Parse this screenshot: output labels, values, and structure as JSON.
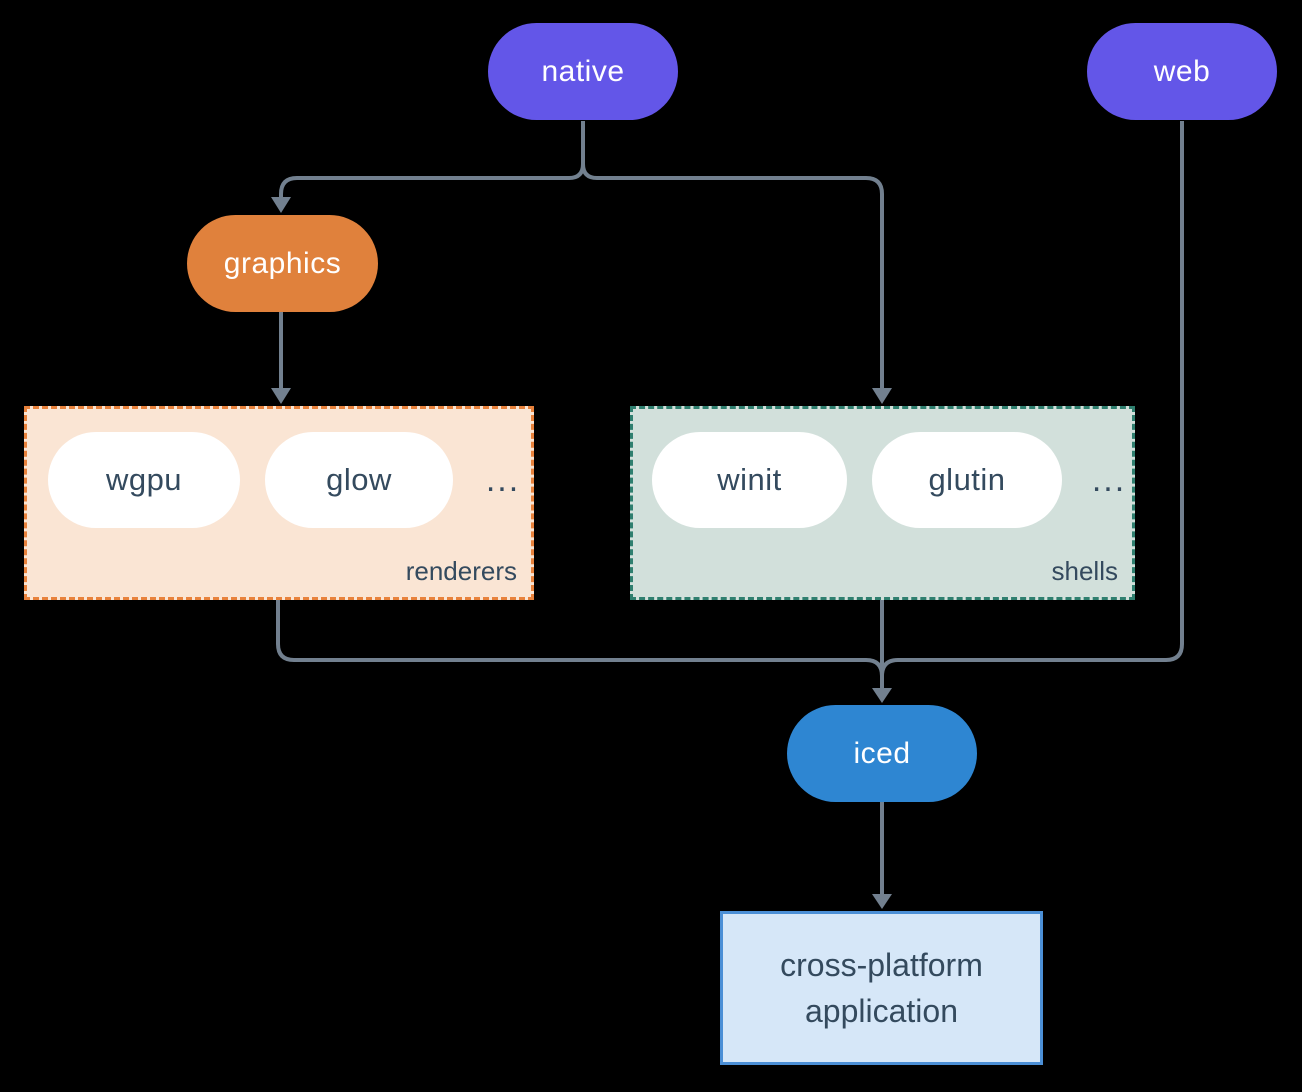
{
  "colors": {
    "background": "#000000",
    "connector": "#72808F",
    "native_web_pill": "#6356E8",
    "graphics_pill": "#E0813C",
    "iced_pill": "#2E86D2",
    "dark_text": "#344A5E",
    "renderers_group_bg": "#FAE5D4",
    "renderers_group_border": "#E8823C",
    "shells_group_bg": "#D2E0DB",
    "shells_group_border": "#2F7F6F",
    "app_box_bg": "#D6E7F8",
    "app_box_border": "#4B8FD6"
  },
  "nodes": {
    "native": {
      "label": "native"
    },
    "web": {
      "label": "web"
    },
    "graphics": {
      "label": "graphics"
    },
    "iced": {
      "label": "iced"
    },
    "app": {
      "lines": [
        "cross-platform",
        "application"
      ]
    }
  },
  "groups": {
    "renderers": {
      "label": "renderers",
      "items": [
        "wgpu",
        "glow"
      ],
      "ellipsis": "..."
    },
    "shells": {
      "label": "shells",
      "items": [
        "winit",
        "glutin"
      ],
      "ellipsis": "..."
    }
  },
  "edges": [
    "native -> graphics",
    "native -> shells",
    "graphics -> renderers",
    "renderers -> iced",
    "shells -> iced",
    "web -> iced",
    "iced -> app"
  ]
}
